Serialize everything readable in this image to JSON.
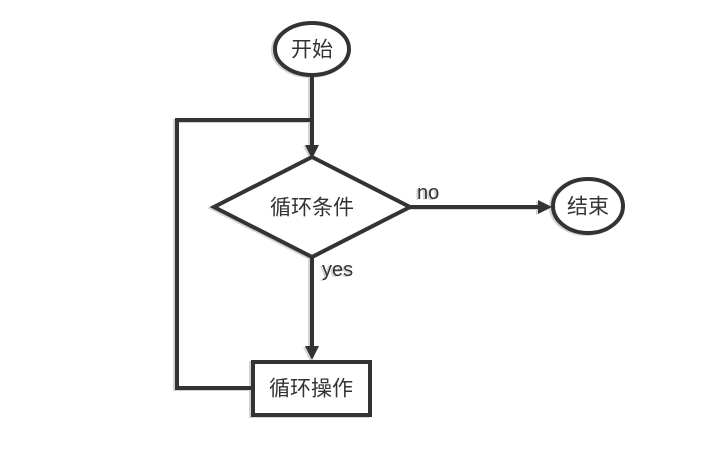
{
  "diagram": {
    "type": "flowchart",
    "nodes": [
      {
        "id": "start",
        "shape": "ellipse",
        "label": "开始"
      },
      {
        "id": "condition",
        "shape": "diamond",
        "label": "循环条件"
      },
      {
        "id": "end",
        "shape": "ellipse",
        "label": "结束"
      },
      {
        "id": "operation",
        "shape": "rectangle",
        "label": "循环操作"
      }
    ],
    "edges": [
      {
        "id": "start-to-condition",
        "from": "start",
        "to": "condition",
        "label": ""
      },
      {
        "id": "condition-to-end",
        "from": "condition",
        "to": "end",
        "label": "no"
      },
      {
        "id": "condition-to-operation",
        "from": "condition",
        "to": "operation",
        "label": "yes"
      },
      {
        "id": "operation-loop-back",
        "from": "operation",
        "to": "condition",
        "label": ""
      }
    ]
  },
  "colors": {
    "line": "#333333",
    "text": "#333333",
    "shape_fill": "#ffffff",
    "canvas_bg": "#ffffff"
  }
}
